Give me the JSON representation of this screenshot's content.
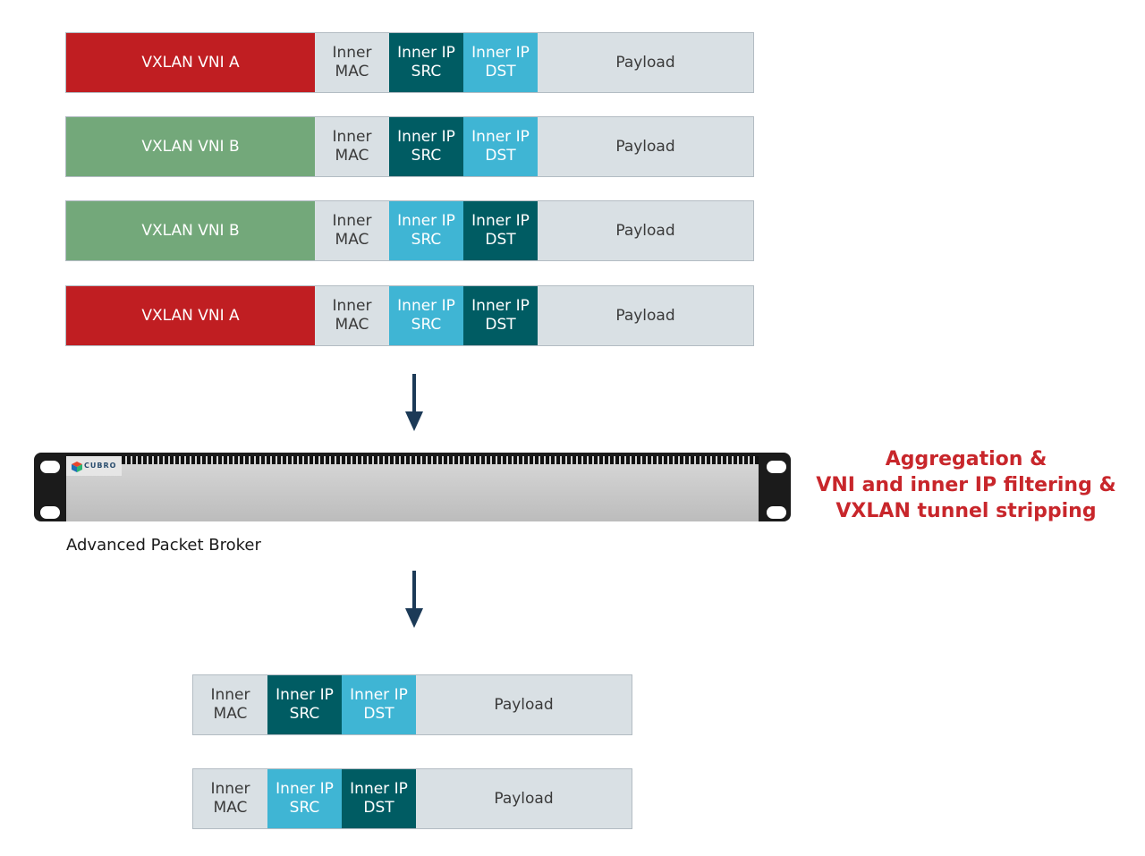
{
  "input_packets": [
    {
      "vni": "VXLAN VNI A",
      "vni_color": "red",
      "mac": "Inner\nMAC",
      "src": "Inner IP\nSRC",
      "src_color": "dark",
      "dst": "Inner IP\nDST",
      "dst_color": "light",
      "payload": "Payload"
    },
    {
      "vni": "VXLAN VNI B",
      "vni_color": "green",
      "mac": "Inner\nMAC",
      "src": "Inner IP\nSRC",
      "src_color": "dark",
      "dst": "Inner IP\nDST",
      "dst_color": "light",
      "payload": "Payload"
    },
    {
      "vni": "VXLAN VNI B",
      "vni_color": "green",
      "mac": "Inner\nMAC",
      "src": "Inner IP\nSRC",
      "src_color": "light",
      "dst": "Inner IP\nDST",
      "dst_color": "dark",
      "payload": "Payload"
    },
    {
      "vni": "VXLAN VNI A",
      "vni_color": "red",
      "mac": "Inner\nMAC",
      "src": "Inner IP\nSRC",
      "src_color": "light",
      "dst": "Inner IP\nDST",
      "dst_color": "dark",
      "payload": "Payload"
    }
  ],
  "device": {
    "label": "Advanced Packet Broker",
    "logo_text": "CUBRO",
    "caption_lines": [
      "Aggregation &",
      "VNI and inner IP filtering &",
      "VXLAN tunnel stripping"
    ]
  },
  "output_packets": [
    {
      "mac": "Inner\nMAC",
      "src": "Inner IP\nSRC",
      "src_color": "dark",
      "dst": "Inner IP\nDST",
      "dst_color": "light",
      "payload": "Payload"
    },
    {
      "mac": "Inner\nMAC",
      "src": "Inner IP\nSRC",
      "src_color": "light",
      "dst": "Inner IP\nDST",
      "dst_color": "dark",
      "payload": "Payload"
    }
  ],
  "colors": {
    "red": "#c01e22",
    "green": "#73a87a",
    "dark_teal": "#005c63",
    "light_blue": "#3fb5d4",
    "grey": "#d9e0e4",
    "arrow": "#1c3a57",
    "caption": "#c8262b"
  }
}
